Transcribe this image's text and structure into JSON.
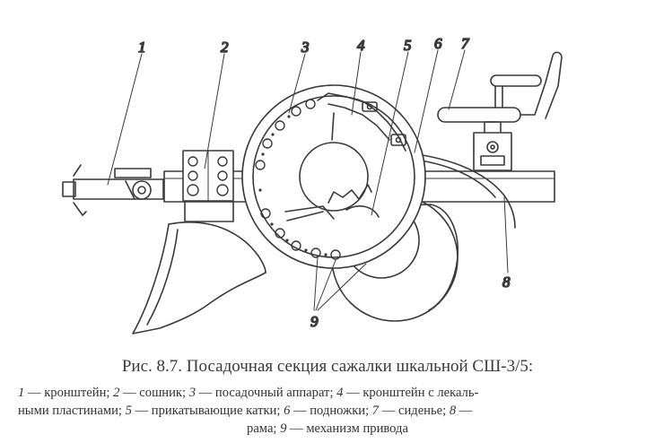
{
  "figure": {
    "callouts": [
      "1",
      "2",
      "3",
      "4",
      "5",
      "6",
      "7",
      "8",
      "9"
    ]
  },
  "caption": {
    "title": "Рис. 8.7. Посадочная секция сажалки шкальной СШ-3/5:",
    "legend": [
      {
        "num": "1",
        "text": " — кронштейн; "
      },
      {
        "num": "2",
        "text": " — сошник; "
      },
      {
        "num": "3",
        "text": " — посадочный аппарат; "
      },
      {
        "num": "4",
        "text": " — кронштейн с лекаль-"
      },
      {
        "num": "",
        "text": "ными пластинами; "
      },
      {
        "num": "5",
        "text": " — прикатывающие катки; "
      },
      {
        "num": "6",
        "text": " — подножки; "
      },
      {
        "num": "7",
        "text": " — сиденье; "
      },
      {
        "num": "8",
        "text": " —"
      },
      {
        "num": "",
        "text": "рама; "
      },
      {
        "num": "9",
        "text": " — механизм привода"
      }
    ]
  }
}
